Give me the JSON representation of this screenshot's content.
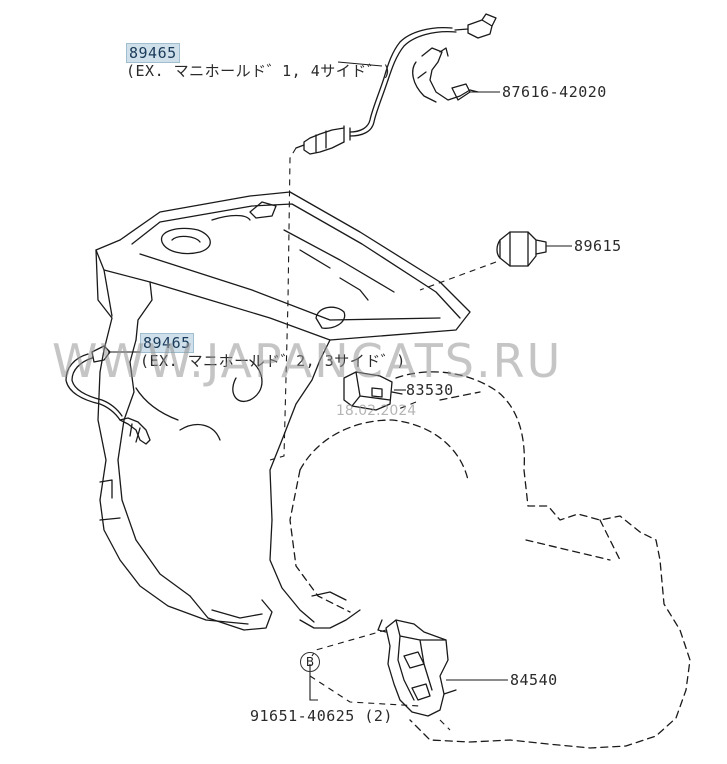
{
  "callouts": {
    "sensor_upper": {
      "part": "89465",
      "note": "(EX. マニホールド゛1, 4サイド゛)"
    },
    "sensor_lower": {
      "part": "89465",
      "note": "(EX. マニホールド゛2, 3サイド゛)"
    },
    "bracket": {
      "part": "87616-42020"
    },
    "knock_sensor": {
      "part": "89615"
    },
    "pressure_switch": {
      "part": "83530"
    },
    "neutral_switch": {
      "part": "84540"
    },
    "bolt": {
      "part": "91651-40625 (2)",
      "marker": "B"
    }
  },
  "watermark": {
    "text": "WWW.JAPANCATS.RU",
    "date": "18.02.2024"
  }
}
